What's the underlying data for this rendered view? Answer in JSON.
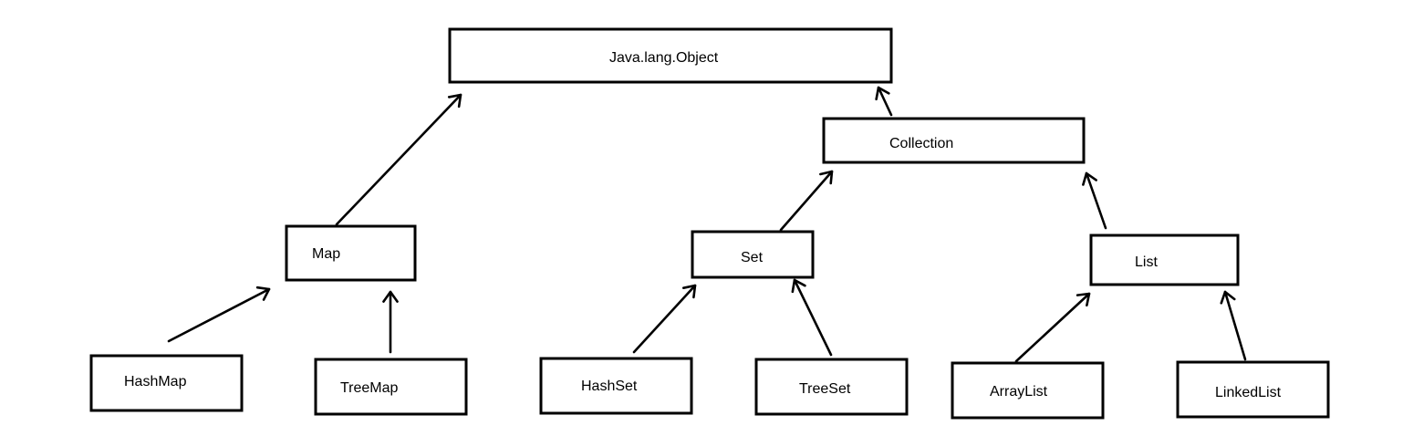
{
  "diagram": {
    "type": "class-hierarchy",
    "nodes": [
      {
        "id": "object",
        "label": "Java.lang.Object"
      },
      {
        "id": "collection",
        "label": "Collection"
      },
      {
        "id": "map",
        "label": "Map"
      },
      {
        "id": "set",
        "label": "Set"
      },
      {
        "id": "list",
        "label": "List"
      },
      {
        "id": "hashmap",
        "label": "HashMap"
      },
      {
        "id": "treemap",
        "label": "TreeMap"
      },
      {
        "id": "hashset",
        "label": "HashSet"
      },
      {
        "id": "treeset",
        "label": "TreeSet"
      },
      {
        "id": "arraylist",
        "label": "ArrayList"
      },
      {
        "id": "linkedlist",
        "label": "LinkedList"
      }
    ],
    "edges": [
      {
        "from": "map",
        "to": "object"
      },
      {
        "from": "collection",
        "to": "object"
      },
      {
        "from": "set",
        "to": "collection"
      },
      {
        "from": "list",
        "to": "collection"
      },
      {
        "from": "hashmap",
        "to": "map"
      },
      {
        "from": "treemap",
        "to": "map"
      },
      {
        "from": "hashset",
        "to": "set"
      },
      {
        "from": "treeset",
        "to": "set"
      },
      {
        "from": "arraylist",
        "to": "list"
      },
      {
        "from": "linkedlist",
        "to": "list"
      }
    ]
  }
}
